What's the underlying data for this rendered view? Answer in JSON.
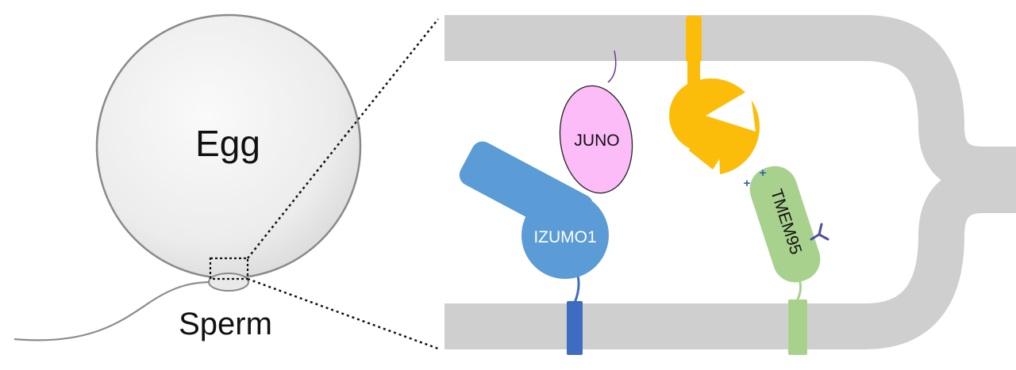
{
  "labels": {
    "egg": "Egg",
    "sperm": "Sperm",
    "juno": "JUNO",
    "izumo1": "IZUMO1",
    "tmem95": "TMEM95",
    "charge": "+"
  },
  "colors": {
    "membrane": "#cfcfcf",
    "egg_fill": "#eeeeee",
    "egg_outline": "#8a8a8a",
    "juno": "#fbbcf7",
    "izumo1": "#5b9bd6",
    "izumo1_anchor": "#3e6cc2",
    "unknown_receptor": "#fcbd0a",
    "tmem95": "#a9d18e",
    "glycan": "#4f4fa8",
    "charge": "#2f5fb3"
  }
}
